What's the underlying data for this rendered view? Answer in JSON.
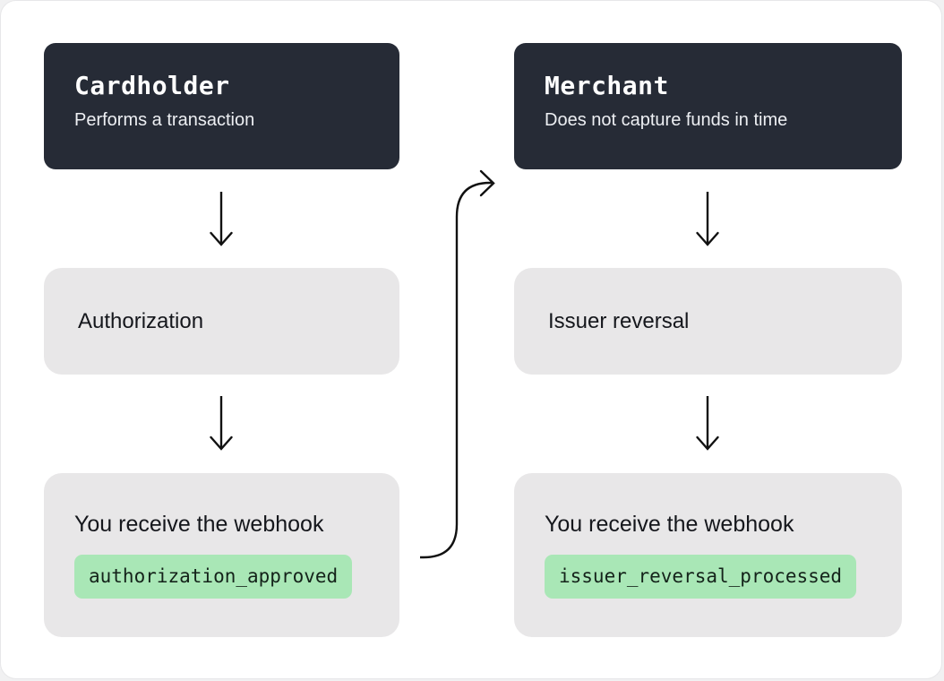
{
  "diagram": {
    "type": "flowchart",
    "description": "Two-column webhook flow: cardholder authorization feeding into merchant issuer reversal"
  },
  "colors": {
    "frame_bg": "#ffffff",
    "frame_border": "#e7e7e9",
    "actor_card_bg": "#262b36",
    "actor_title_text": "#ffffff",
    "actor_subtitle_text": "#edeff3",
    "gray_box_bg": "#e8e7e8",
    "box_text": "#15171c",
    "badge_bg": "#a9e7b6",
    "badge_text": "#14231a",
    "arrow_stroke": "#111111"
  },
  "icons": {
    "down_arrow": "straight arrow pointing down with open chevron head",
    "curve_arrow": "s-curved connector arrow from left webhook box up to merchant card"
  },
  "columns": [
    {
      "id": "cardholder",
      "actor": {
        "title": "Cardholder",
        "subtitle": "Performs a transaction"
      },
      "action": {
        "label": "Authorization"
      },
      "webhook": {
        "label": "You receive the webhook",
        "event": "authorization_approved"
      }
    },
    {
      "id": "merchant",
      "actor": {
        "title": "Merchant",
        "subtitle": "Does not capture funds in time"
      },
      "action": {
        "label": "Issuer reversal"
      },
      "webhook": {
        "label": "You receive the webhook",
        "event": "issuer_reversal_processed"
      }
    }
  ]
}
